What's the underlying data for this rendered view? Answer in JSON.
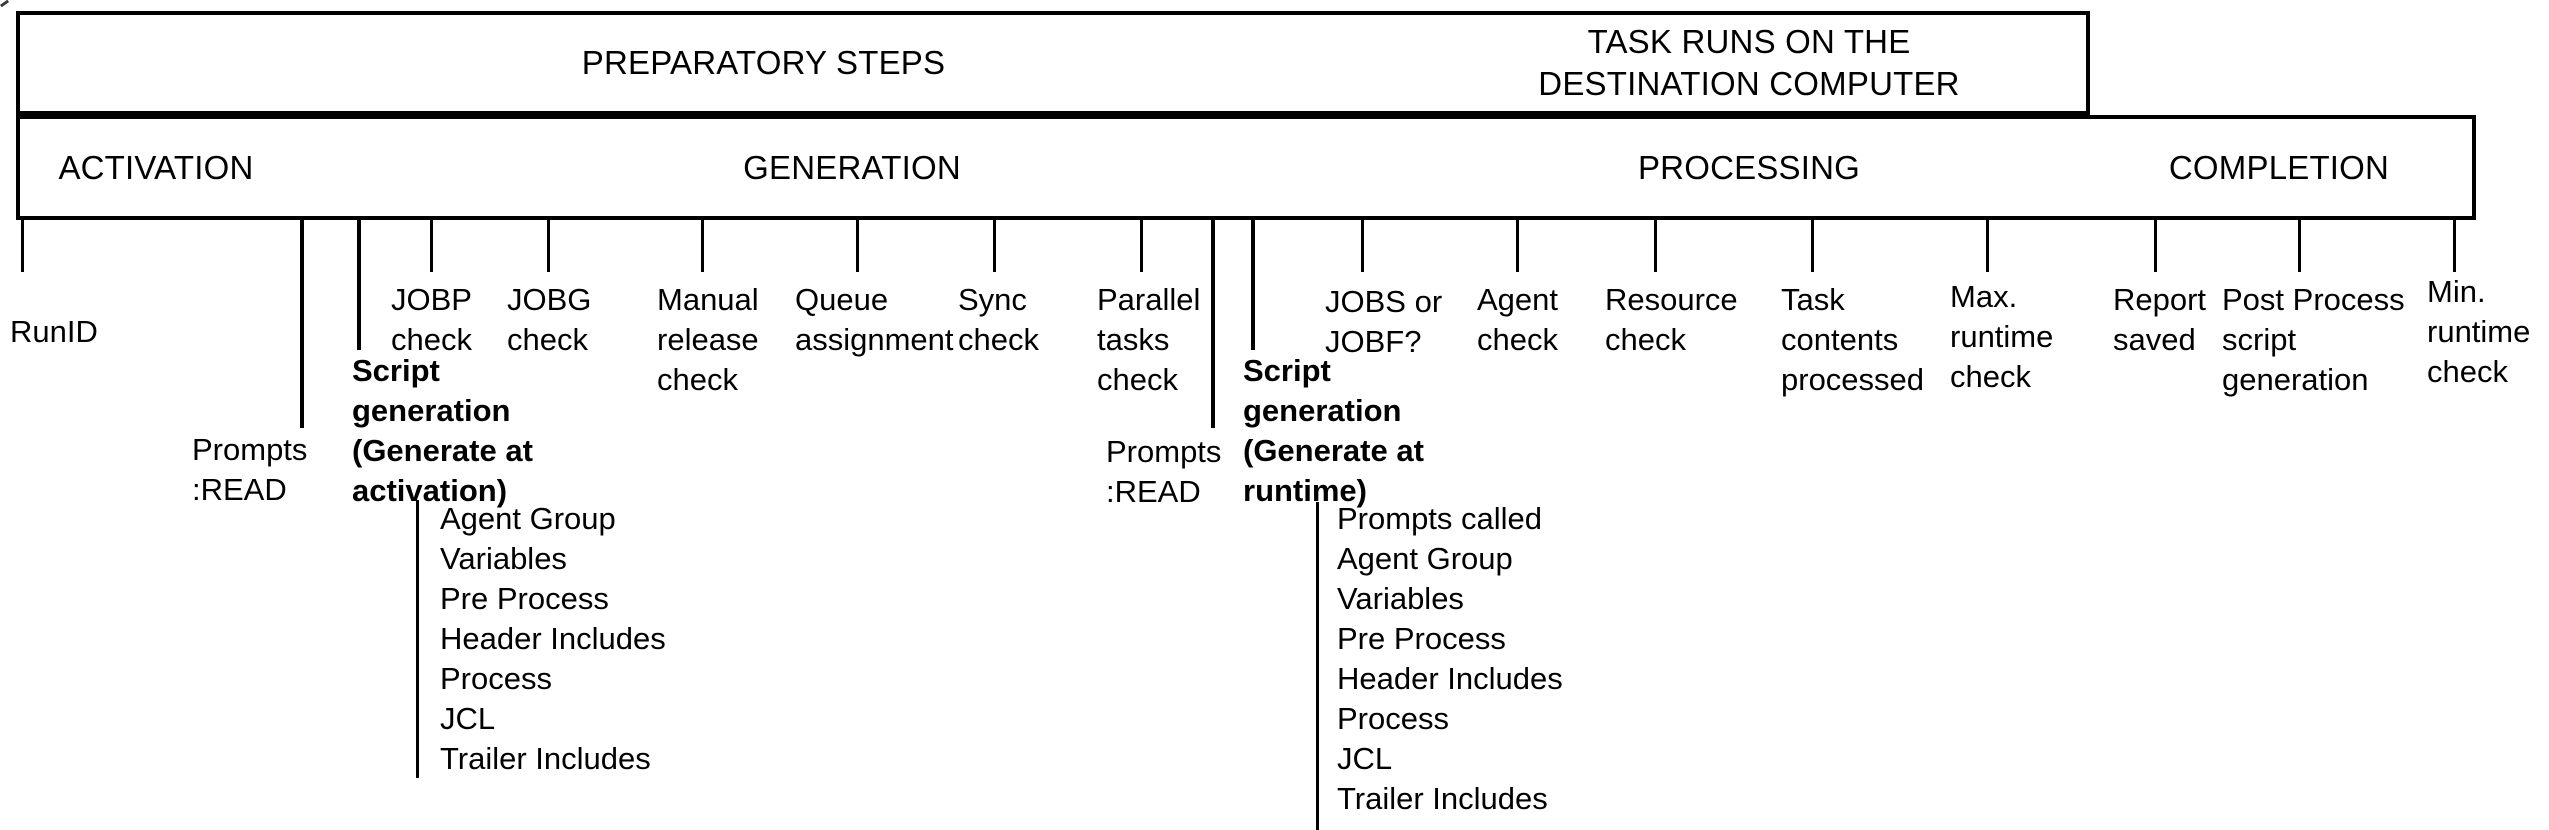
{
  "diagram": {
    "row1": {
      "preparatory": "PREPARATORY STEPS",
      "task_runs_line1": "TASK RUNS ON THE",
      "task_runs_line2": "DESTINATION COMPUTER"
    },
    "row2": {
      "activation": "ACTIVATION",
      "generation": "GENERATION",
      "processing": "PROCESSING",
      "completion": "COMPLETION"
    },
    "steps": {
      "runid": [
        "RunID"
      ],
      "prompts_read_activation": [
        "Prompts",
        ":READ"
      ],
      "script_generation_activation": [
        "Script",
        "generation",
        "(Generate at",
        "activation)"
      ],
      "jobp_check": [
        "JOBP",
        "check"
      ],
      "jobg_check": [
        "JOBG",
        "check"
      ],
      "manual_release_check": [
        "Manual",
        "release",
        "check"
      ],
      "queue_assignment": [
        "Queue",
        "assignment"
      ],
      "sync_check": [
        "Sync",
        "check"
      ],
      "parallel_tasks_check": [
        "Parallel",
        "tasks",
        "check"
      ],
      "prompts_read_runtime": [
        "Prompts",
        ":READ"
      ],
      "script_generation_runtime": [
        "Script",
        "generation",
        "(Generate at",
        "runtime)"
      ],
      "jobs_or_jobf": [
        "JOBS or",
        "JOBF?"
      ],
      "agent_check": [
        "Agent",
        "check"
      ],
      "resource_check": [
        "Resource",
        "check"
      ],
      "task_contents_processed": [
        "Task",
        "contents",
        "processed"
      ],
      "max_runtime_check": [
        "Max.",
        "runtime",
        "check"
      ],
      "report_saved": [
        "Report",
        "saved"
      ],
      "post_process_script_generation": [
        "Post Process",
        "script",
        "generation"
      ],
      "min_runtime_check": [
        "Min.",
        "runtime",
        "check"
      ]
    },
    "activation_script_items": [
      "Agent Group",
      "Variables",
      "Pre Process",
      "Header Includes",
      "Process",
      "JCL",
      "Trailer Includes"
    ],
    "runtime_script_items": [
      "Prompts called",
      "Agent Group",
      "Variables",
      "Pre Process",
      "Header Includes",
      "Process",
      "JCL",
      "Trailer Includes"
    ]
  }
}
